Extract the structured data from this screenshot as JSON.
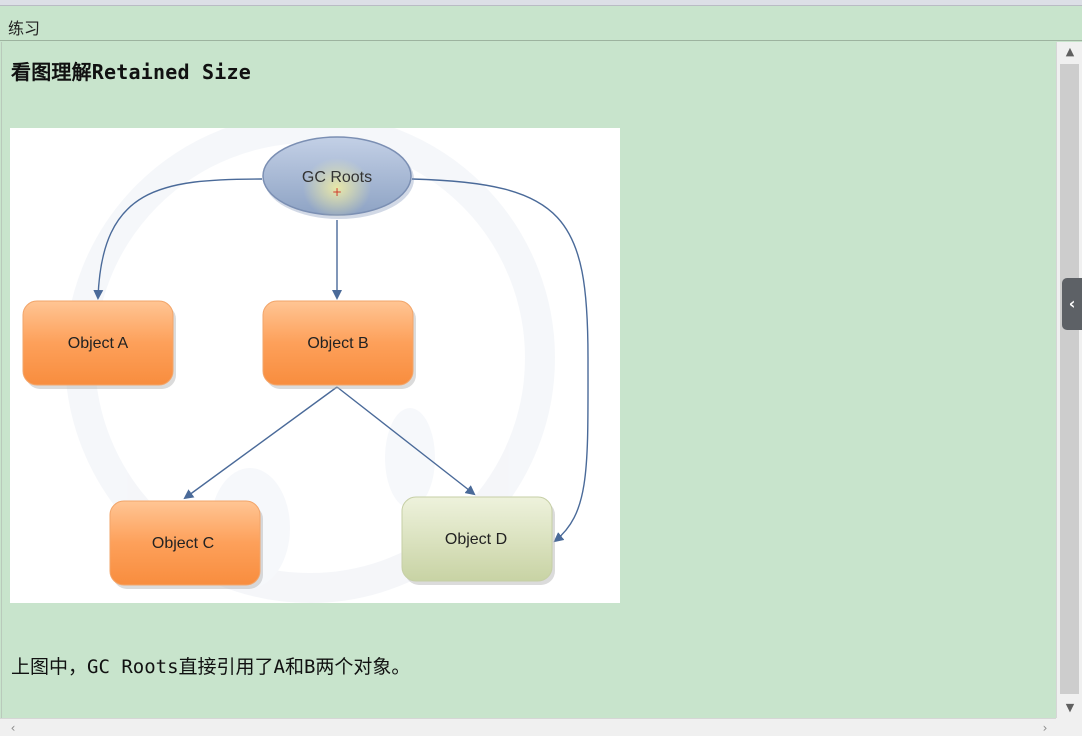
{
  "window": {
    "title": "练习"
  },
  "content": {
    "heading": "看图理解Retained Size",
    "caption": "上图中，GC Roots直接引用了A和B两个对象。"
  },
  "diagram": {
    "root": "GC Roots",
    "nodes": [
      "Object A",
      "Object B",
      "Object C",
      "Object D"
    ],
    "edges": [
      [
        "GC Roots",
        "Object A"
      ],
      [
        "GC Roots",
        "Object B"
      ],
      [
        "GC Roots",
        "Object D"
      ],
      [
        "Object B",
        "Object C"
      ],
      [
        "Object B",
        "Object D"
      ]
    ]
  },
  "colors": {
    "background": "#c8e4cc",
    "orange_node": "#fba25e",
    "green_node": "#d7e0bc",
    "root_node": "#9fb2d0",
    "edge": "#4a6a99"
  },
  "icons": {
    "side_tab": "chevron-left-icon",
    "scroll_up": "chevron-up-icon",
    "scroll_down": "chevron-down-icon",
    "scroll_left": "chevron-left-icon",
    "scroll_right": "chevron-right-icon"
  }
}
